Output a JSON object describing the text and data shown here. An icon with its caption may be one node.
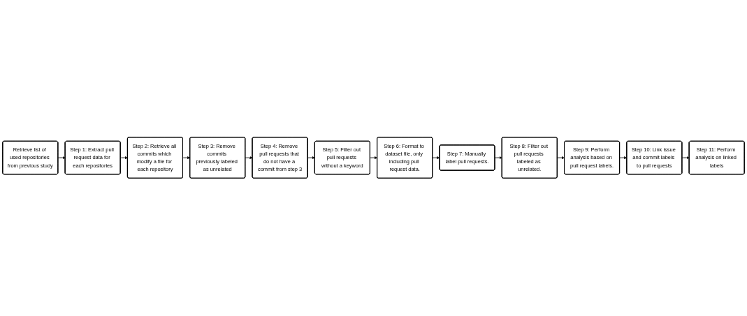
{
  "diagram": {
    "nodes": [
      {
        "text": [
          "Retrieve list of used repositories from previous study"
        ]
      },
      {
        "text": [
          "Step 1: Extract pull request data for each repositories"
        ]
      },
      {
        "text": [
          "Step 2: Retrieve all commits which modify a file for each repository"
        ]
      },
      {
        "text": [
          "Step 3: Remove commits previously labeled as unrelated"
        ]
      },
      {
        "text": [
          "Step 4: Remove pull requests that do not have a commit from step 3"
        ]
      },
      {
        "text": [
          "Step 5: Filter out pull requests without a keyword"
        ]
      },
      {
        "text": [
          "Step 6: Format to dataset file, only including pull request data."
        ]
      },
      {
        "text": [
          "Step 7: Manually label pull requests."
        ]
      },
      {
        "text": [
          "Step 8: Filter out pull requests labeled as unrelated."
        ]
      },
      {
        "text": [
          "Step 9: Perform analysis based on pull request labels."
        ]
      },
      {
        "text": [
          "Step 10: Link issue and commit labels to pull requests"
        ]
      },
      {
        "text": [
          "Step 11: Perform analysis on linked labels"
        ]
      }
    ],
    "edges": [
      {
        "from": 0,
        "to": 1,
        "arrow": "to"
      },
      {
        "from": 1,
        "to": 2,
        "arrow": "to"
      },
      {
        "from": 2,
        "to": 3,
        "arrow": "to"
      },
      {
        "from": 3,
        "to": 4,
        "arrow": "to"
      },
      {
        "from": 4,
        "to": 5,
        "arrow": "to"
      },
      {
        "from": 5,
        "to": 6,
        "arrow": "to"
      },
      {
        "from": 6,
        "to": 7,
        "arrow": "to"
      },
      {
        "from": 7,
        "to": 8,
        "arrow": "to"
      },
      {
        "from": 8,
        "to": 9,
        "arrow": "to"
      },
      {
        "from": 9,
        "to": 10,
        "arrow": "to"
      },
      {
        "from": 10,
        "to": 11,
        "arrow": "to"
      }
    ]
  }
}
